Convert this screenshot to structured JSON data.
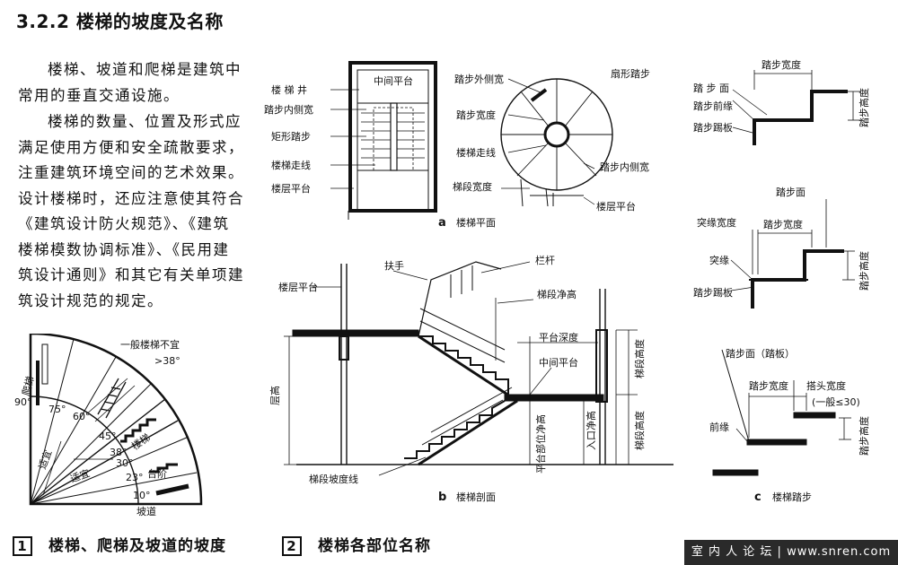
{
  "section": {
    "title": "3.2.2 楼梯的坡度及名称"
  },
  "body_text": {
    "para1": "楼梯、坡道和爬梯是建筑中常用的垂直交通设施。",
    "para2": "楼梯的数量、位置及形式应满足使用方便和安全疏散要求，注重建筑环境空间的艺术效果。设计楼梯时，还应注意使其符合《建筑设计防火规范》、《建筑楼梯模数协调标准》、《民用建筑设计通则》和其它有关单项建筑设计规范的规定。"
  },
  "fig1": {
    "number": "1",
    "caption": "楼梯、爬梯及坡道的坡度",
    "labels": {
      "general_not_suitable": "一般楼梯不宜",
      "deg_gt38": ">38°",
      "deg90": "90°",
      "deg75": "75°",
      "deg60": "60°",
      "deg45": "45°",
      "deg38": "38°",
      "deg30": "30°",
      "deg23": "23°",
      "deg10": "10°",
      "suitable": "适宜",
      "climbing_ladder": "爬梯",
      "stairs": "楼梯",
      "steps": "台阶",
      "ramp": "坡道"
    }
  },
  "fig2": {
    "number": "2",
    "caption": "楼梯各部位名称",
    "a": {
      "sub": "a",
      "title": "楼梯平面",
      "stairwell": "楼 梯 井",
      "mid_landing": "中间平台",
      "inner_width": "踏步内侧宽",
      "rect_tread": "矩形踏步",
      "walk_line": "楼梯走线",
      "floor_landing": "楼层平台",
      "outer_width": "踏步外侧宽",
      "fan_tread": "扇形踏步",
      "tread_width": "踏步宽度",
      "walk_line2": "楼梯走线",
      "inner_width2": "踏步内侧宽",
      "flight_width": "梯段宽度",
      "floor_landing2": "楼层平台"
    },
    "b": {
      "sub": "b",
      "title": "楼梯剖面",
      "handrail": "扶手",
      "railing": "栏杆",
      "floor_landing": "楼层平台",
      "flight_clearance": "梯段净高",
      "landing_depth": "平台深度",
      "mid_landing": "中间平台",
      "floor_height": "层高",
      "flight_height": "梯段高度",
      "landing_clearance": "平台部位净高",
      "entry_clearance": "入口净高",
      "flight_height2": "梯段高度",
      "slope_line": "梯段坡度线"
    },
    "c": {
      "sub": "c",
      "title": "楼梯踏步",
      "tread_width": "踏步宽度",
      "tread_face": "踏 步 面",
      "tread_edge": "踏步前缘",
      "riser": "踏步踢板",
      "tread_height": "踏步高度",
      "tread_face2": "踏步面",
      "nosing_width": "突缘宽度",
      "tread_width2": "踏步宽度",
      "nosing": "突缘",
      "riser2": "踏步踢板",
      "tread_height2": "踏步高度",
      "tread_face_board": "踏步面（踏板）",
      "tread_width3": "踏步宽度",
      "overlap_width": "搭头宽度",
      "overlap_note": "(一般≤30)",
      "front_edge": "前缘",
      "tread_height3": "踏步高度"
    }
  },
  "watermark": {
    "text": "室 内 人 论 坛 | www.snren.com"
  }
}
